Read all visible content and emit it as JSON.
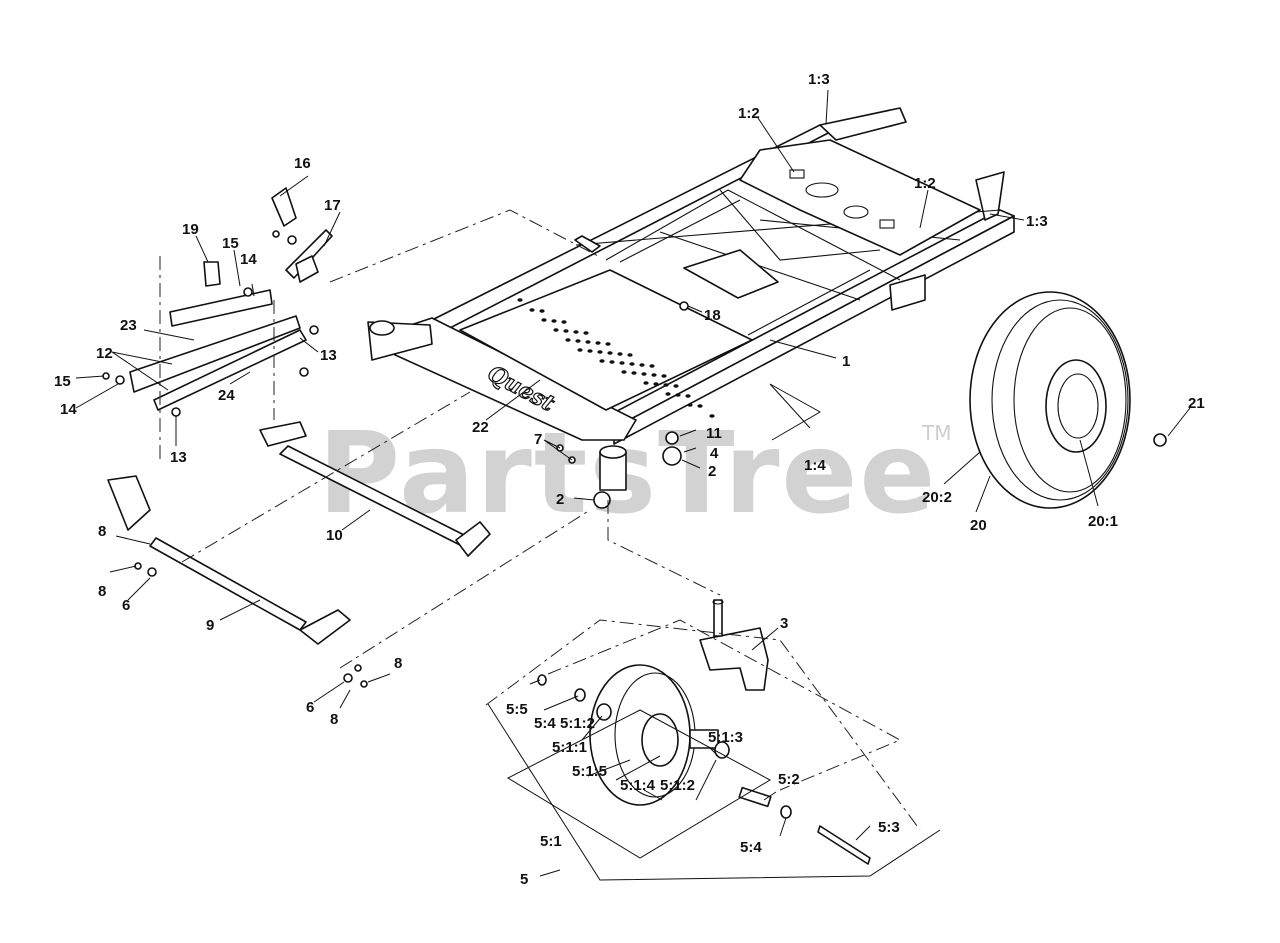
{
  "watermark": {
    "text": "PartsTree",
    "trademark": "TM"
  },
  "frame_logo": "Quest",
  "callouts": [
    {
      "id": "c1",
      "text": "1"
    },
    {
      "id": "c1_2a",
      "text": "1:2"
    },
    {
      "id": "c1_2b",
      "text": "1:2"
    },
    {
      "id": "c1_3a",
      "text": "1:3"
    },
    {
      "id": "c1_3b",
      "text": "1:3"
    },
    {
      "id": "c1_4",
      "text": "1:4"
    },
    {
      "id": "c2a",
      "text": "2"
    },
    {
      "id": "c2b",
      "text": "2"
    },
    {
      "id": "c3",
      "text": "3"
    },
    {
      "id": "c4",
      "text": "4"
    },
    {
      "id": "c5",
      "text": "5"
    },
    {
      "id": "c5_1",
      "text": "5:1"
    },
    {
      "id": "c5_1_1",
      "text": "5:1:1"
    },
    {
      "id": "c5_1_2a",
      "text": "5:1:2"
    },
    {
      "id": "c5_1_2b",
      "text": "5:1:2"
    },
    {
      "id": "c5_1_3",
      "text": "5:1:3"
    },
    {
      "id": "c5_1_4",
      "text": "5:1:4"
    },
    {
      "id": "c5_1_5",
      "text": "5:1:5"
    },
    {
      "id": "c5_2",
      "text": "5:2"
    },
    {
      "id": "c5_3",
      "text": "5:3"
    },
    {
      "id": "c5_4a",
      "text": "5:4"
    },
    {
      "id": "c5_4b",
      "text": "5:4"
    },
    {
      "id": "c5_5",
      "text": "5:5"
    },
    {
      "id": "c6a",
      "text": "6"
    },
    {
      "id": "c6b",
      "text": "6"
    },
    {
      "id": "c7",
      "text": "7"
    },
    {
      "id": "c8a",
      "text": "8"
    },
    {
      "id": "c8b",
      "text": "8"
    },
    {
      "id": "c8c",
      "text": "8"
    },
    {
      "id": "c8d",
      "text": "8"
    },
    {
      "id": "c9",
      "text": "9"
    },
    {
      "id": "c10",
      "text": "10"
    },
    {
      "id": "c11",
      "text": "11"
    },
    {
      "id": "c12",
      "text": "12"
    },
    {
      "id": "c13a",
      "text": "13"
    },
    {
      "id": "c13b",
      "text": "13"
    },
    {
      "id": "c14a",
      "text": "14"
    },
    {
      "id": "c14b",
      "text": "14"
    },
    {
      "id": "c15a",
      "text": "15"
    },
    {
      "id": "c15b",
      "text": "15"
    },
    {
      "id": "c16",
      "text": "16"
    },
    {
      "id": "c17",
      "text": "17"
    },
    {
      "id": "c18",
      "text": "18"
    },
    {
      "id": "c19",
      "text": "19"
    },
    {
      "id": "c20",
      "text": "20"
    },
    {
      "id": "c20_1",
      "text": "20:1"
    },
    {
      "id": "c20_2",
      "text": "20:2"
    },
    {
      "id": "c21",
      "text": "21"
    },
    {
      "id": "c22",
      "text": "22"
    },
    {
      "id": "c23",
      "text": "23"
    },
    {
      "id": "c24",
      "text": "24"
    }
  ]
}
